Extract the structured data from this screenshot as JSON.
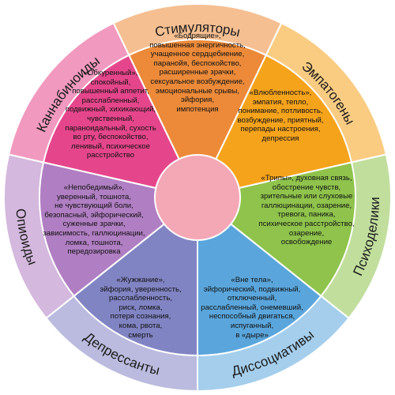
{
  "colors": {
    "stimulants": "#ec8a39",
    "empathogens": "#f6a31c",
    "psychedelics": "#8fc34c",
    "dissociatives": "#5aa6dc",
    "depressants": "#8184c3",
    "opioids": "#b07ec2",
    "cannabinoids": "#e5468b",
    "center": "#f4a7b5"
  },
  "categories": [
    {
      "key": "stimulants",
      "name": "Стимуляторы",
      "effects": "«Бодрящие»,\nповышенная энергичность,\nучащенное сердцебиение,\nпаранойя, беспокойство,\nрасширенные зрачки,\nсексуальное возбуждение,\nэмоциональные срывы,\nэйфория,\nимпотенция"
    },
    {
      "key": "empathogens",
      "name": "Эмпатогены",
      "effects": "«Влюбленность»,\nэмпатия, тепло,\nпонимание, потливость,\nвозбуждение, приятный,\nперепады настроения,\nдепрессия"
    },
    {
      "key": "psychedelics",
      "name": "Психоделики",
      "effects": "«Трипы», духовная связь,\nобострение чувств,\nзрительные или слуховые\nгаллюцинации, озарение,\nтревога, паника,\nпсихическое расстройство,\nозарение,\nосвобождение"
    },
    {
      "key": "dissociatives",
      "name": "Диссоциативы",
      "effects": "«Вне тела»,\nэйфорический, подвижный,\nотключенный,\nрасслабленный, онемевший,\nнеспособный двигаться,\nиспуганный,\nв «дыре»"
    },
    {
      "key": "depressants",
      "name": "Депрессанты",
      "effects": "«Жужжание»,\nэйфория, уверенность,\nрасслабленность,\nриск, ломка,\nпотеря сознания,\nкома, рвота,\nсмерть"
    },
    {
      "key": "opioids",
      "name": "Опиоиды",
      "effects": "«Непобедимый»,\nуверенный, тошнота,\nне чувствующий боли,\nбезопасный, эйфорический,\nсуженные зрачки,\nзависимость, галлюцинации,\nломка, тошнота,\nпередозировка"
    },
    {
      "key": "cannabinoids",
      "name": "Каннабиноиды",
      "effects": "«Обкуренный»,\nспокойный,\nповышенный аппетит,\nрасслабленный,\nподвижный, хихикающий,\nчувственный,\nпараноидальный, сухость\nво рту, беспокойство,\nленивый, психическое\nрасстройство"
    }
  ]
}
